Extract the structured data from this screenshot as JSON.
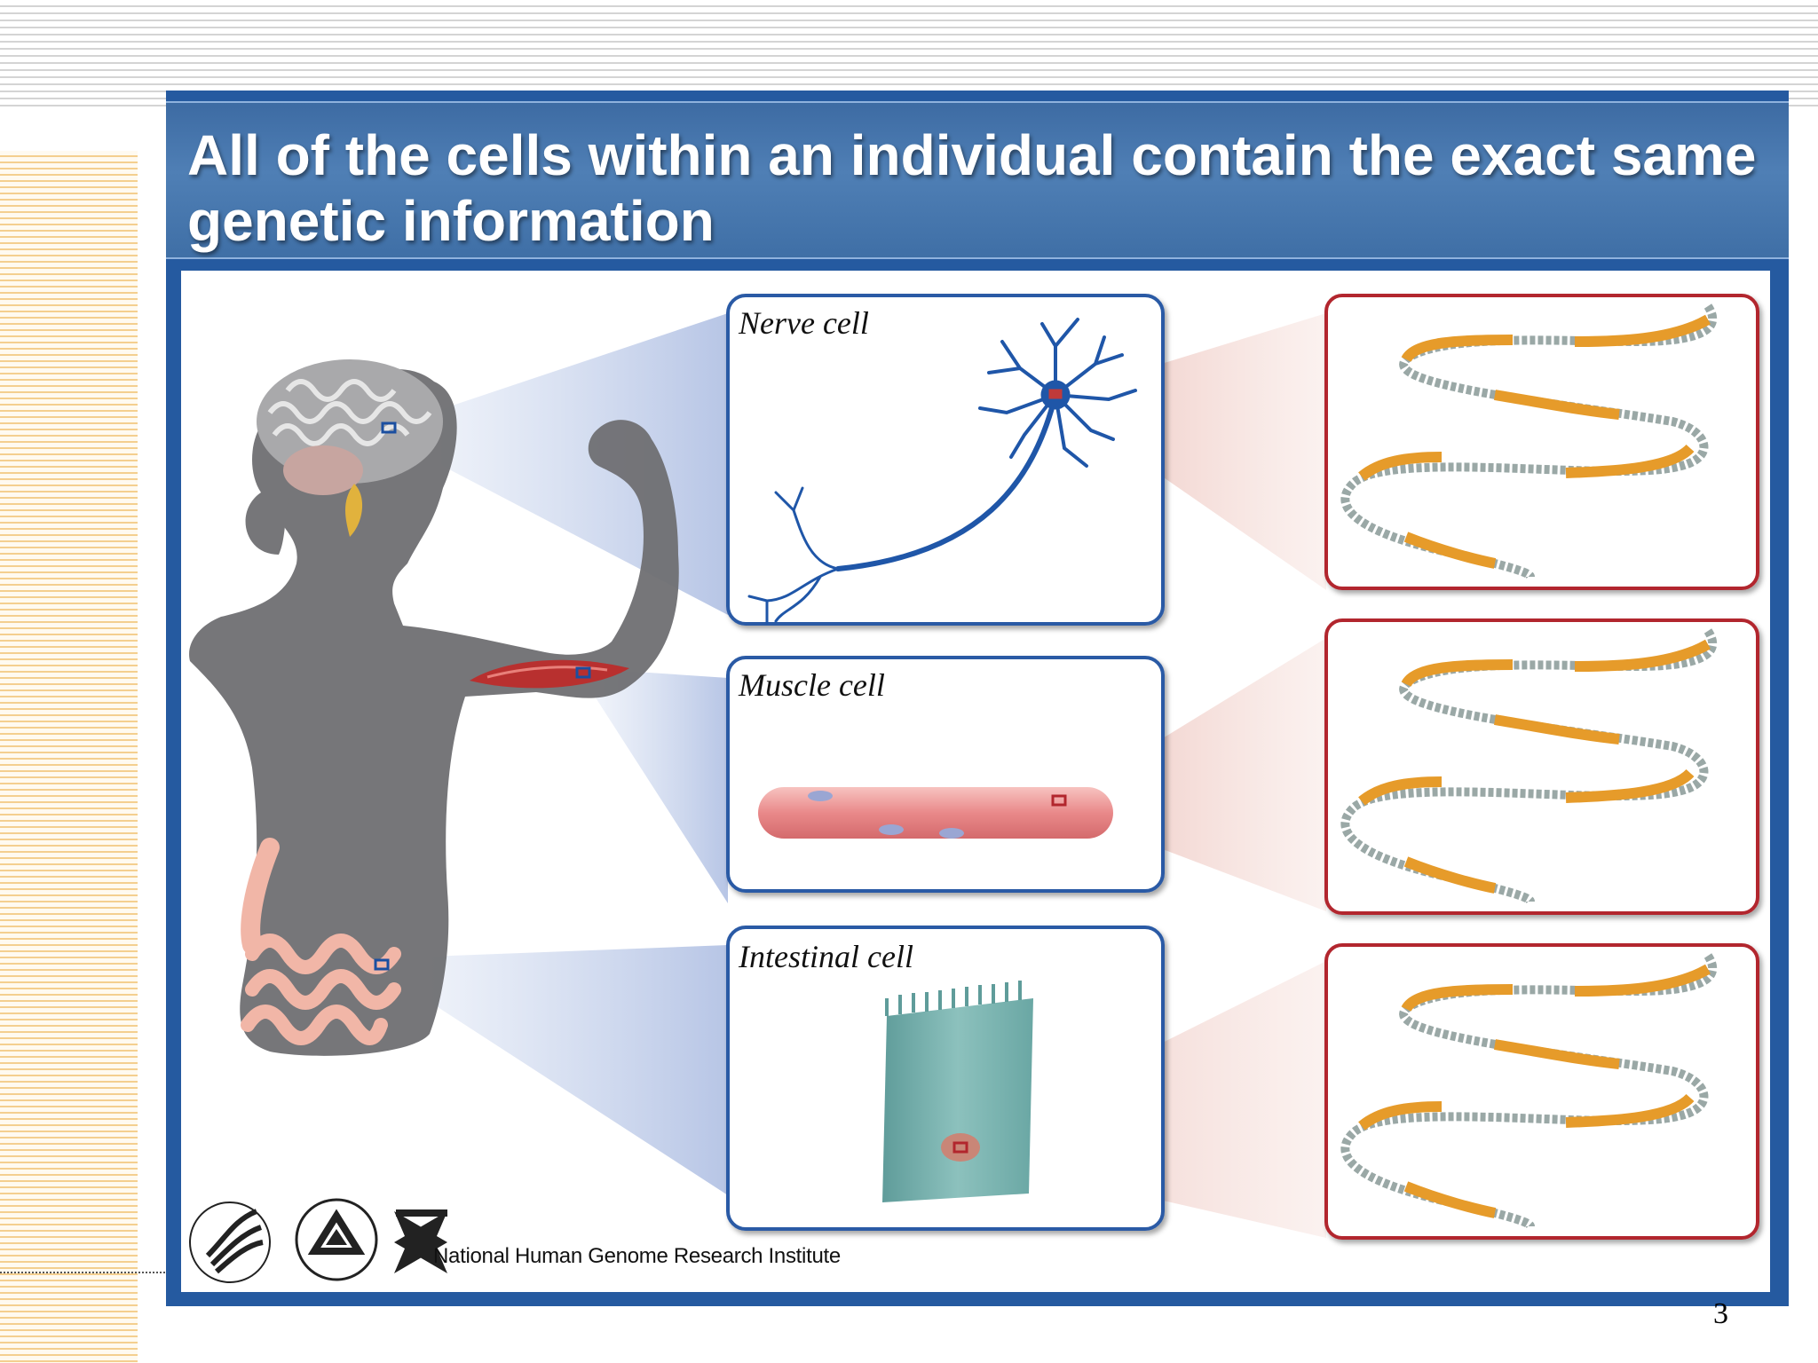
{
  "slide": {
    "title": "All of the cells within an individual contain the exact same genetic information",
    "page_number": "3"
  },
  "cells": [
    {
      "label": "Nerve cell"
    },
    {
      "label": "Muscle cell"
    },
    {
      "label": "Intestinal cell"
    }
  ],
  "footer": {
    "institute": "National Human Genome Research Institute",
    "logo_icons": [
      "hhs-eagle-seal-icon",
      "nih-seal-icon",
      "nhgri-logo-icon"
    ]
  },
  "colors": {
    "frame_blue": "#255aa0",
    "silhouette_gray": "#6f6f72",
    "cell_box_border": "#2a5aa5",
    "dna_box_border": "#b2262d",
    "gene_orange": "#e69b2a",
    "nerve_blue": "#1f56a8",
    "muscle_red": "#c03a3a"
  }
}
